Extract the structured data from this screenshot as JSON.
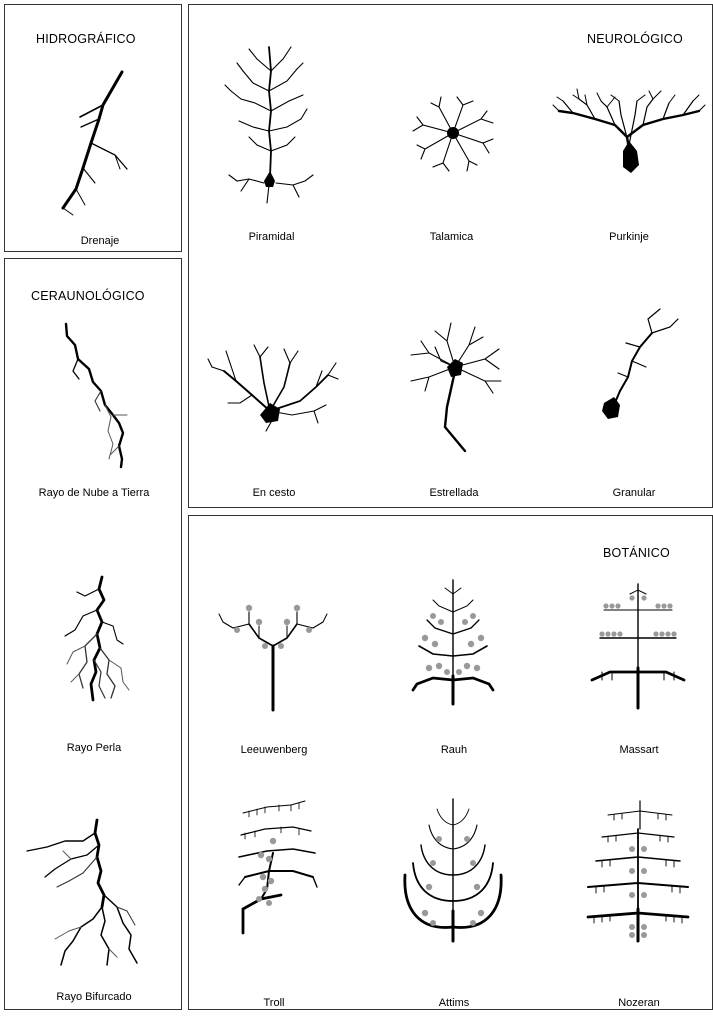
{
  "panels": {
    "hidro": {
      "title": "HIDROGRÁFICO",
      "items": [
        {
          "label": "Drenaje",
          "icon": "drainage-river-branching"
        }
      ]
    },
    "cerauno": {
      "title": "CERAUNOLÓGICO",
      "items": [
        {
          "label": "Rayo de Nube a Tierra",
          "icon": "cloud-to-ground-lightning"
        },
        {
          "label": "Rayo Perla",
          "icon": "bead-lightning"
        },
        {
          "label": "Rayo Bifurcado",
          "icon": "forked-lightning"
        }
      ]
    },
    "neuro": {
      "title": "NEUROLÓGICO",
      "items": [
        {
          "label": "Piramidal",
          "icon": "pyramidal-neuron"
        },
        {
          "label": "Talamica",
          "icon": "thalamic-neuron"
        },
        {
          "label": "Purkinje",
          "icon": "purkinje-neuron"
        },
        {
          "label": "En cesto",
          "icon": "basket-neuron"
        },
        {
          "label": "Estrellada",
          "icon": "stellate-neuron"
        },
        {
          "label": "Granular",
          "icon": "granule-neuron"
        }
      ]
    },
    "bota": {
      "title": "BOTÁNICO",
      "items": [
        {
          "label": "Leeuwenberg",
          "icon": "leeuwenberg-tree"
        },
        {
          "label": "Rauh",
          "icon": "rauh-tree"
        },
        {
          "label": "Massart",
          "icon": "massart-tree"
        },
        {
          "label": "Troll",
          "icon": "troll-tree"
        },
        {
          "label": "Attims",
          "icon": "attims-tree"
        },
        {
          "label": "Nozeran",
          "icon": "nozeran-tree"
        }
      ]
    }
  },
  "colors": {
    "ink": "#000000",
    "fruit": "#999999",
    "thin": "#555555",
    "border": "#333333"
  }
}
